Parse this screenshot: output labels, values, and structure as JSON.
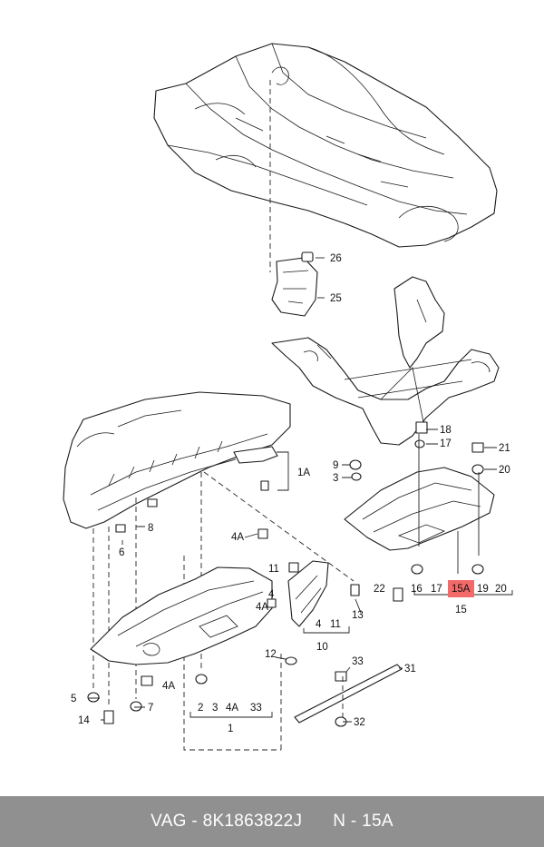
{
  "callouts": {
    "c1": "1",
    "c1A": "1A",
    "c2": "2",
    "c3a": "3",
    "c3b": "3",
    "c4": "4",
    "c4A_a": "4A",
    "c4A_b": "4A",
    "c4A_c": "4A",
    "c4b": "4",
    "c5": "5",
    "c6": "6",
    "c7": "7",
    "c8": "8",
    "c9": "9",
    "c10": "10",
    "c11": "11",
    "c11b": "11",
    "c12": "12",
    "c13": "13",
    "c14": "14",
    "c15": "15",
    "c15A": "15A",
    "c16": "16",
    "c17a": "17",
    "c17b": "17",
    "c18": "18",
    "c19": "19",
    "c20a": "20",
    "c20b": "20",
    "c21": "21",
    "c22": "22",
    "c25": "25",
    "c26": "26",
    "c31": "31",
    "c32": "32",
    "c33a": "33",
    "c33b": "33"
  },
  "footer": {
    "brand": "VAG",
    "separator": "-",
    "part_number": "8K1863822J",
    "position_prefix": "N",
    "position": "15A"
  }
}
